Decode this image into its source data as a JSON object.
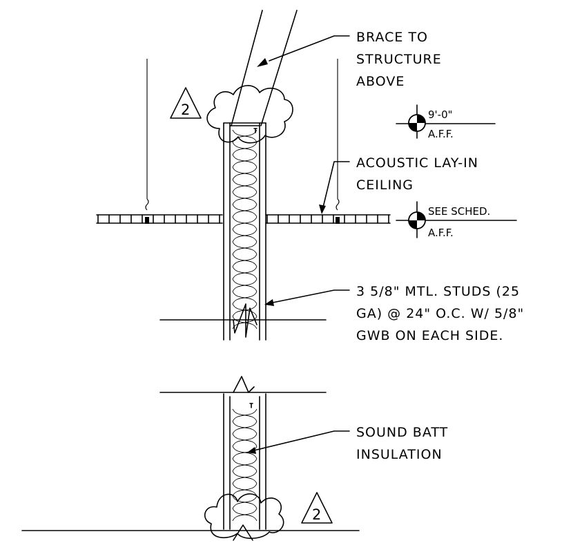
{
  "notes": {
    "brace": [
      "BRACE TO",
      "STRUCTURE",
      "ABOVE"
    ],
    "ceiling": [
      "ACOUSTIC LAY-IN",
      "CEILING"
    ],
    "studs": [
      "3 5/8\" MTL. STUDS (25",
      "GA) @ 24\" O.C. W/ 5/8\"",
      "GWB ON EACH SIDE."
    ],
    "insulation": [
      "SOUND BATT",
      "INSULATION"
    ]
  },
  "elevations": {
    "upper": {
      "top": "9'-0\"",
      "bottom": "A.F.F."
    },
    "lower": {
      "top": "SEE SCHED.",
      "bottom": "A.F.F."
    }
  },
  "revision_tags": [
    "2",
    "2"
  ]
}
